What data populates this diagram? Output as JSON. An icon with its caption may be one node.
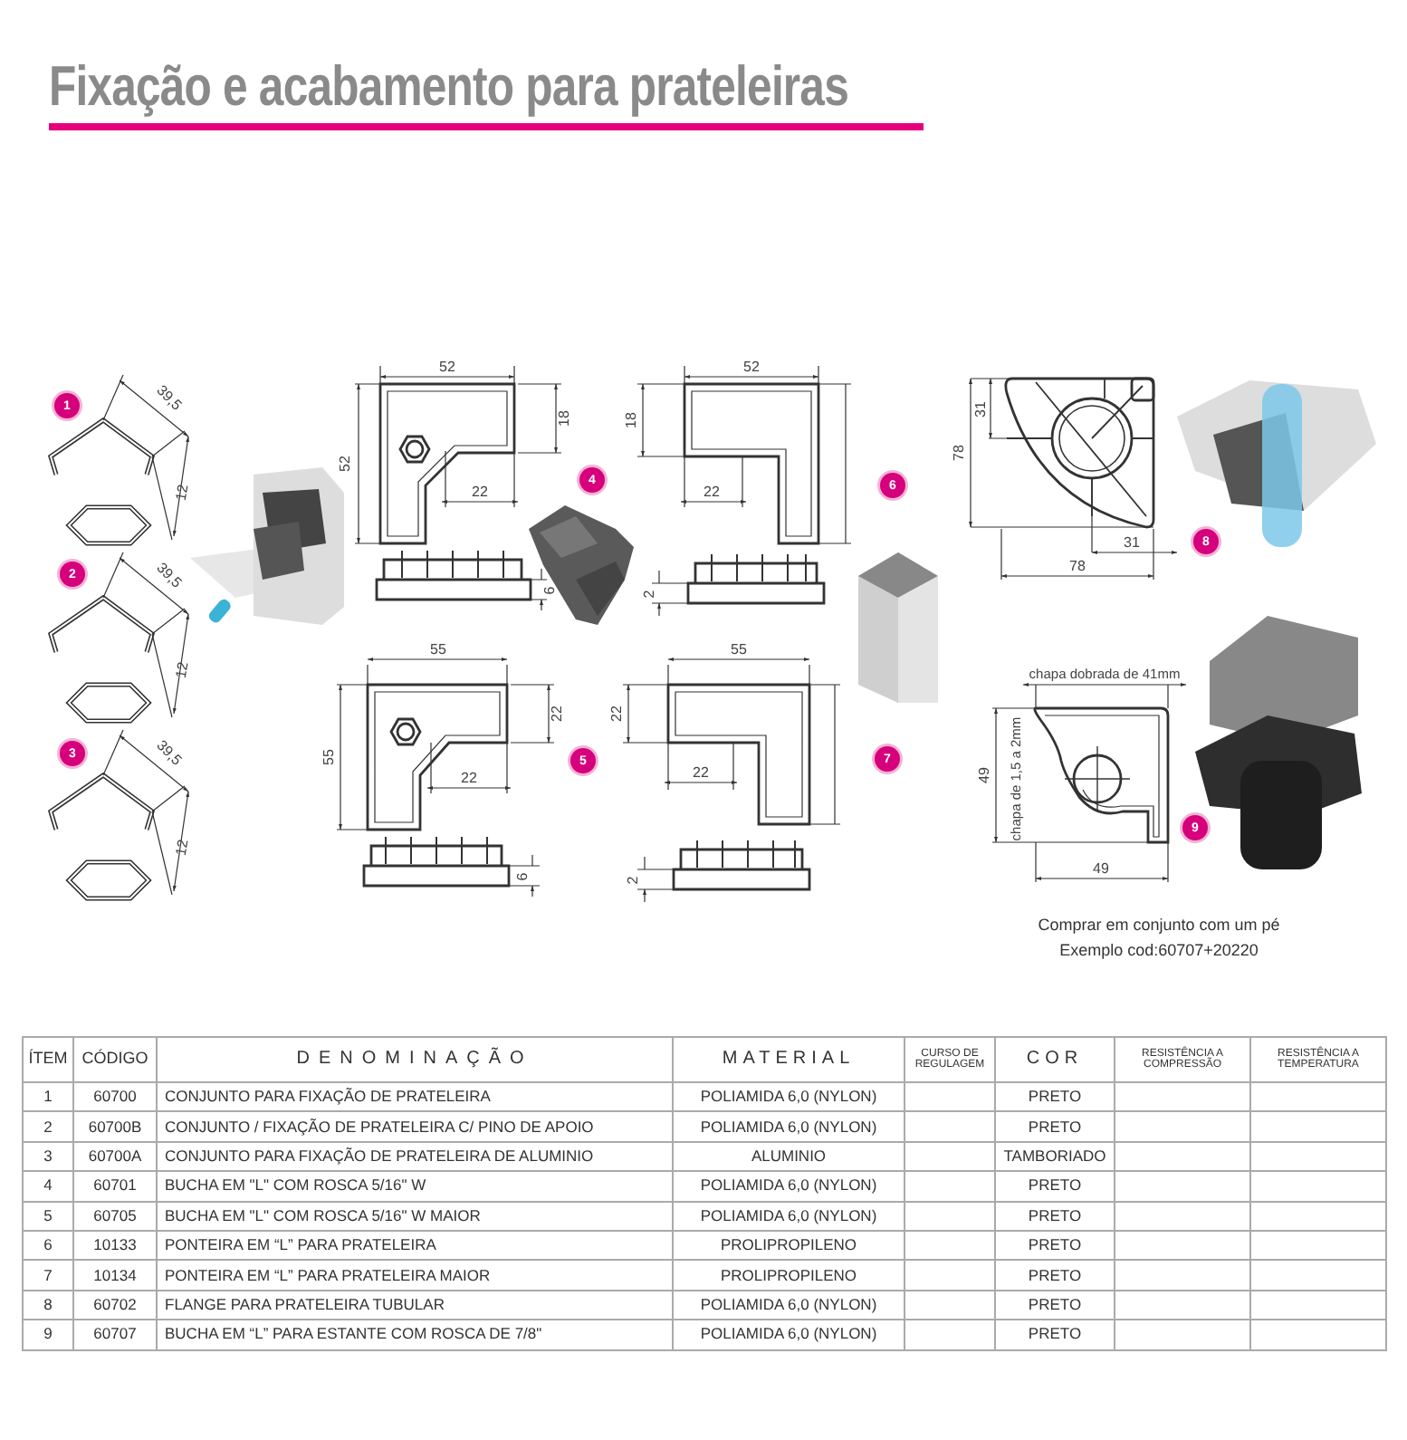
{
  "diagram": {
    "title": "Fixação e acabamento para prateleiras",
    "labels": [
      "39,5",
      "12",
      "39,5",
      "12",
      "39,5",
      "12",
      "52",
      "52",
      "18",
      "22",
      "6",
      "52",
      "18",
      "22",
      "2",
      "31",
      "78",
      "31",
      "78",
      "55",
      "55",
      "22",
      "22",
      "6",
      "55",
      "22",
      "22",
      "2",
      "chapa dobrada de 41mm",
      "49",
      "chapa de 1,5 a 2mm",
      "49",
      "Comprar em conjunto com um pé",
      "Exemplo  cod:60707+20220",
      "ÍTEM",
      "CÓDIGO",
      "DENOMINAÇÃO",
      "MATERIAL",
      "CURSO DE REGULAGEM",
      "COR",
      "RESISTÊNCIA A COMPRESSÃO",
      "RESISTÊNCIA A TEMPERATURA",
      "1",
      "60700",
      "CONJUNTO PARA FIXAÇÃO DE PRATELEIRA",
      "POLIAMIDA 6,0 (NYLON)",
      "PRETO",
      "2",
      "60700B",
      "CONJUNTO / FIXAÇÃO DE PRATELEIRA C/ PINO DE APOIO",
      "POLIAMIDA 6,0 (NYLON)",
      "PRETO",
      "3",
      "60700A",
      "CONJUNTO PARA FIXAÇÃO DE PRATELEIRA DE ALUMINIO",
      "ALUMINIO",
      "TAMBORIADO",
      "4",
      "60701",
      "BUCHA EM \"L\" COM ROSCA 5/16\" W",
      "POLIAMIDA 6,0 (NYLON)",
      "PRETO",
      "5",
      "60705",
      "BUCHA EM \"L\" COM ROSCA 5/16\" W MAIOR",
      "POLIAMIDA 6,0 (NYLON)",
      "PRETO",
      "6",
      "10133",
      "PONTEIRA  EM “L” PARA PRATELEIRA",
      "PROLIPROPILENO",
      "PRETO",
      "7",
      "10134",
      "PONTEIRA  EM “L” PARA PRATELEIRA MAIOR",
      "PROLIPROPILENO",
      "PRETO",
      "8",
      "60702",
      "FLANGE PARA PRATELEIRA TUBULAR",
      "POLIAMIDA 6,0 (NYLON)",
      "PRETO",
      "9",
      "60707",
      "BUCHA EM “L” PARA ESTANTE COM ROSCA DE 7/8\"",
      "POLIAMIDA 6,0 (NYLON)",
      "PRETO",
      "1",
      "2",
      "3",
      "4",
      "5",
      "6",
      "7",
      "8",
      "9"
    ]
  }
}
